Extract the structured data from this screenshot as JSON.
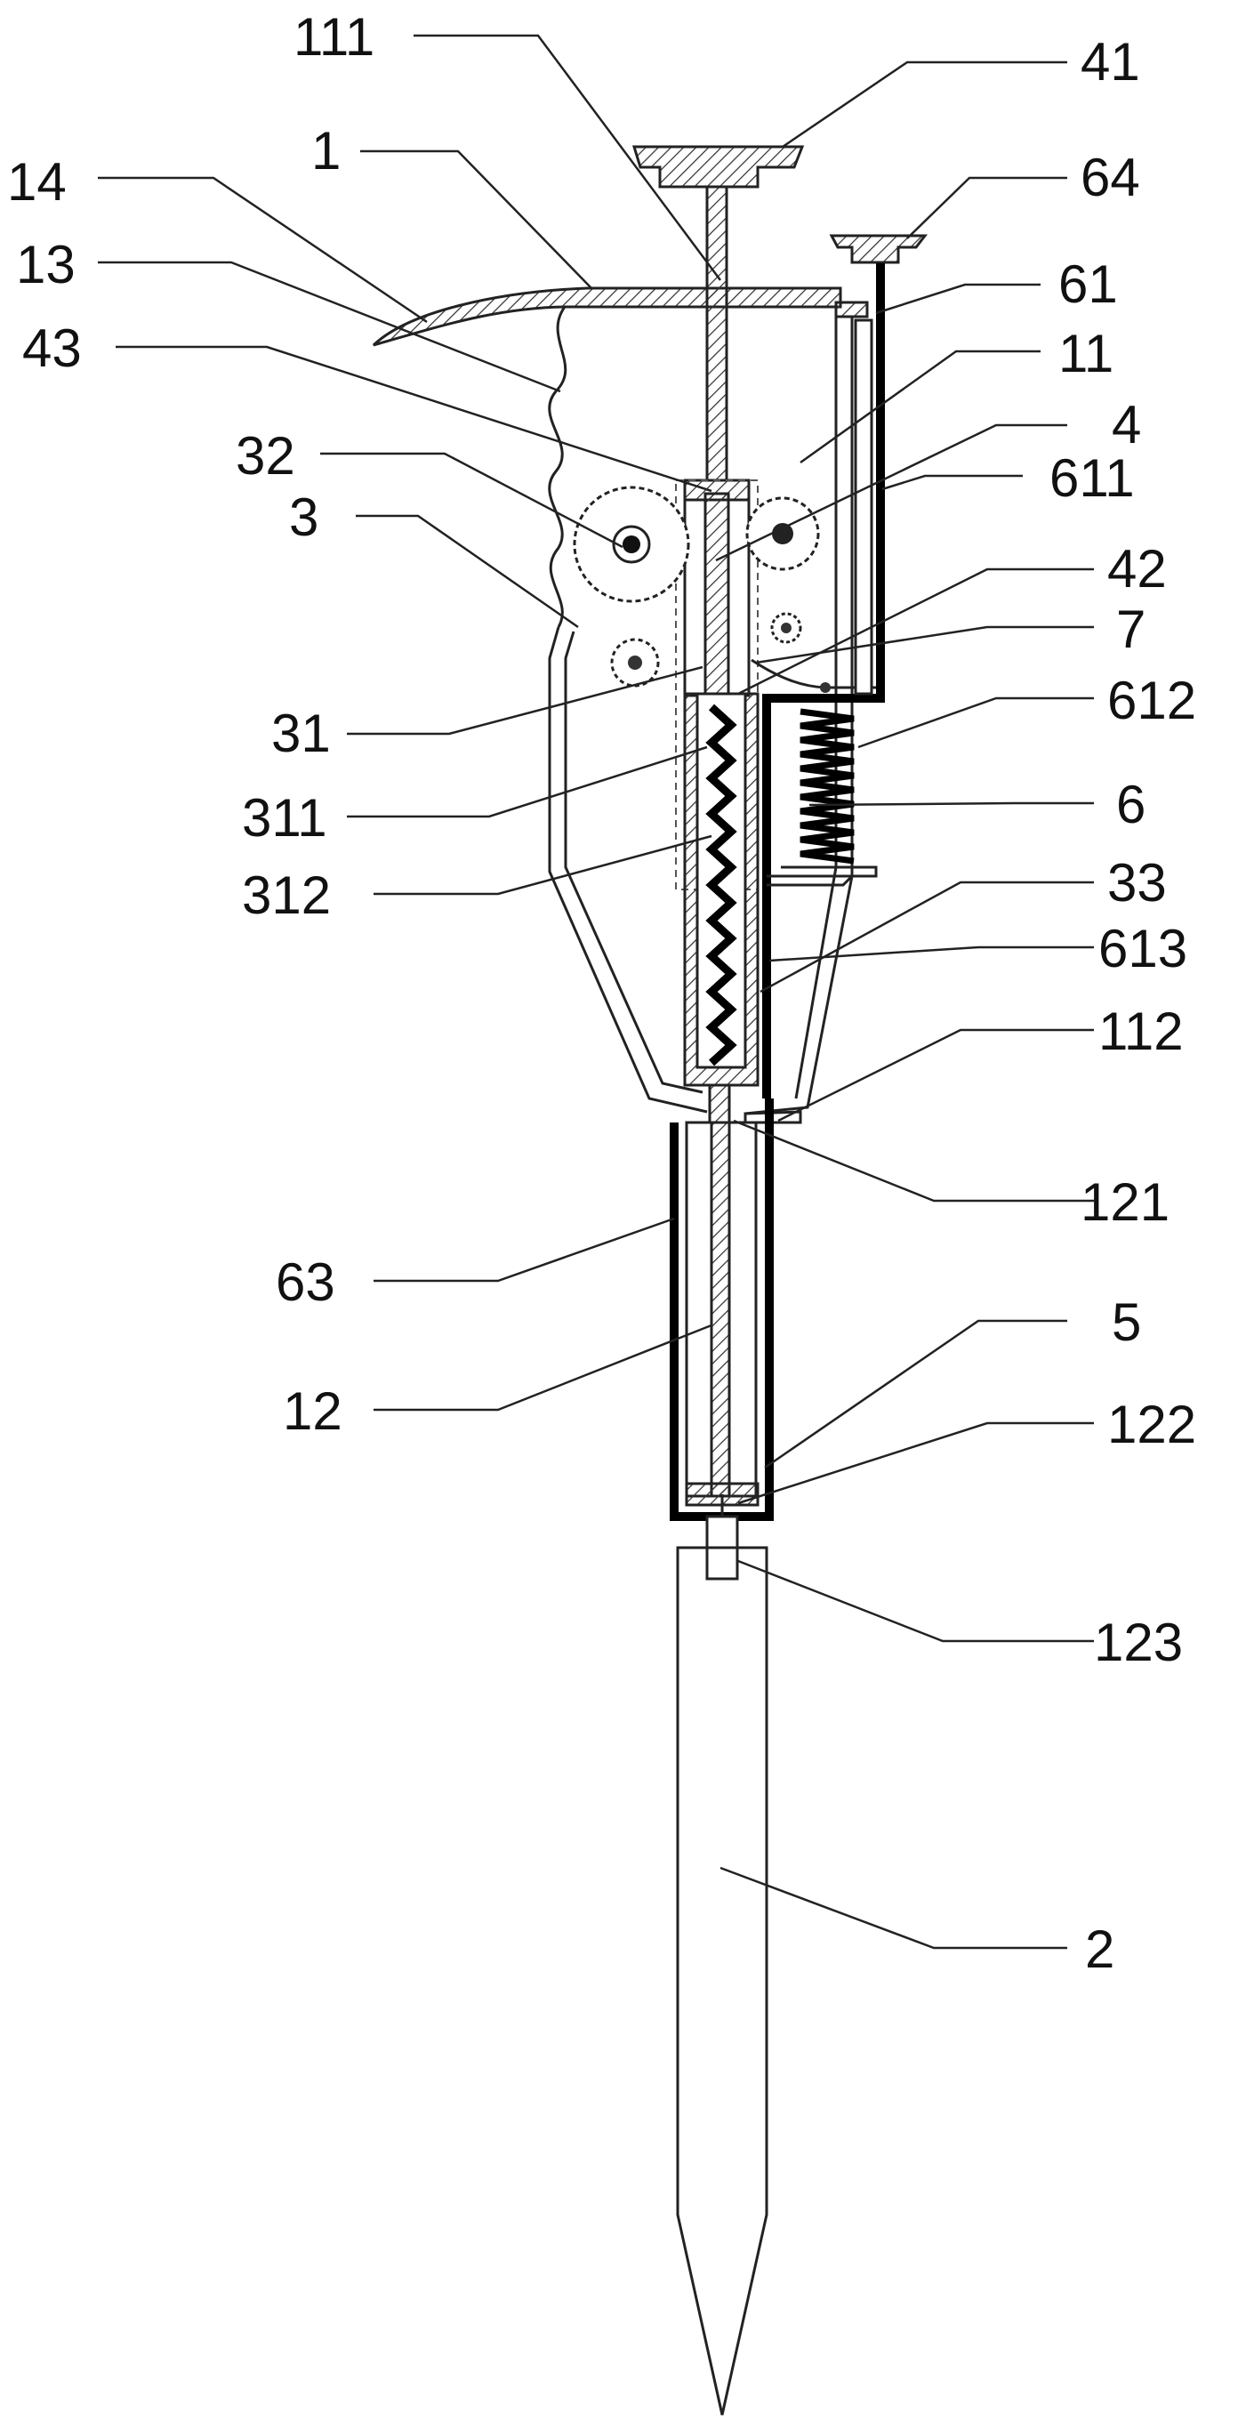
{
  "labels": {
    "l111": "111",
    "l41": "41",
    "l64": "64",
    "l1": "1",
    "l14": "14",
    "l13": "13",
    "l61": "61",
    "l43": "43",
    "l11": "11",
    "l4": "4",
    "l32": "32",
    "l611": "611",
    "l3": "3",
    "l42": "42",
    "l7": "7",
    "l31": "31",
    "l612": "612",
    "l311": "311",
    "l6": "6",
    "l312": "312",
    "l33": "33",
    "l613": "613",
    "l112": "112",
    "l121": "121",
    "l63": "63",
    "l5": "5",
    "l12": "12",
    "l122": "122",
    "l123": "123",
    "l2": "2"
  }
}
